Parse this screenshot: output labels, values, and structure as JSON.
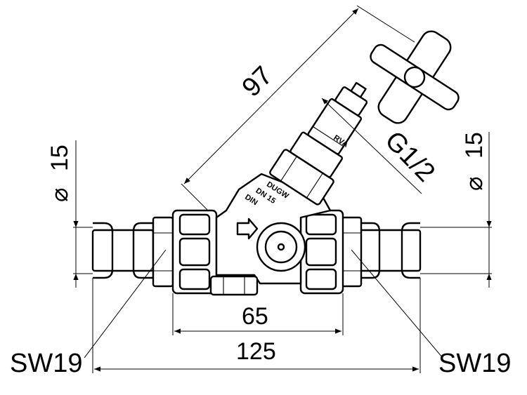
{
  "dimensions": {
    "overall_height": "97",
    "left_pipe_dia": "15",
    "right_pipe_dia": "15",
    "dia_symbol": "⌀",
    "thread": "G1/2",
    "body_length": "65",
    "overall_length": "125",
    "wrench_left": "SW19",
    "wrench_right": "SW19"
  },
  "markings": {
    "line1": "DUGW",
    "line2": "DN 15",
    "line3": "DIN",
    "bonnet": "RVA"
  }
}
